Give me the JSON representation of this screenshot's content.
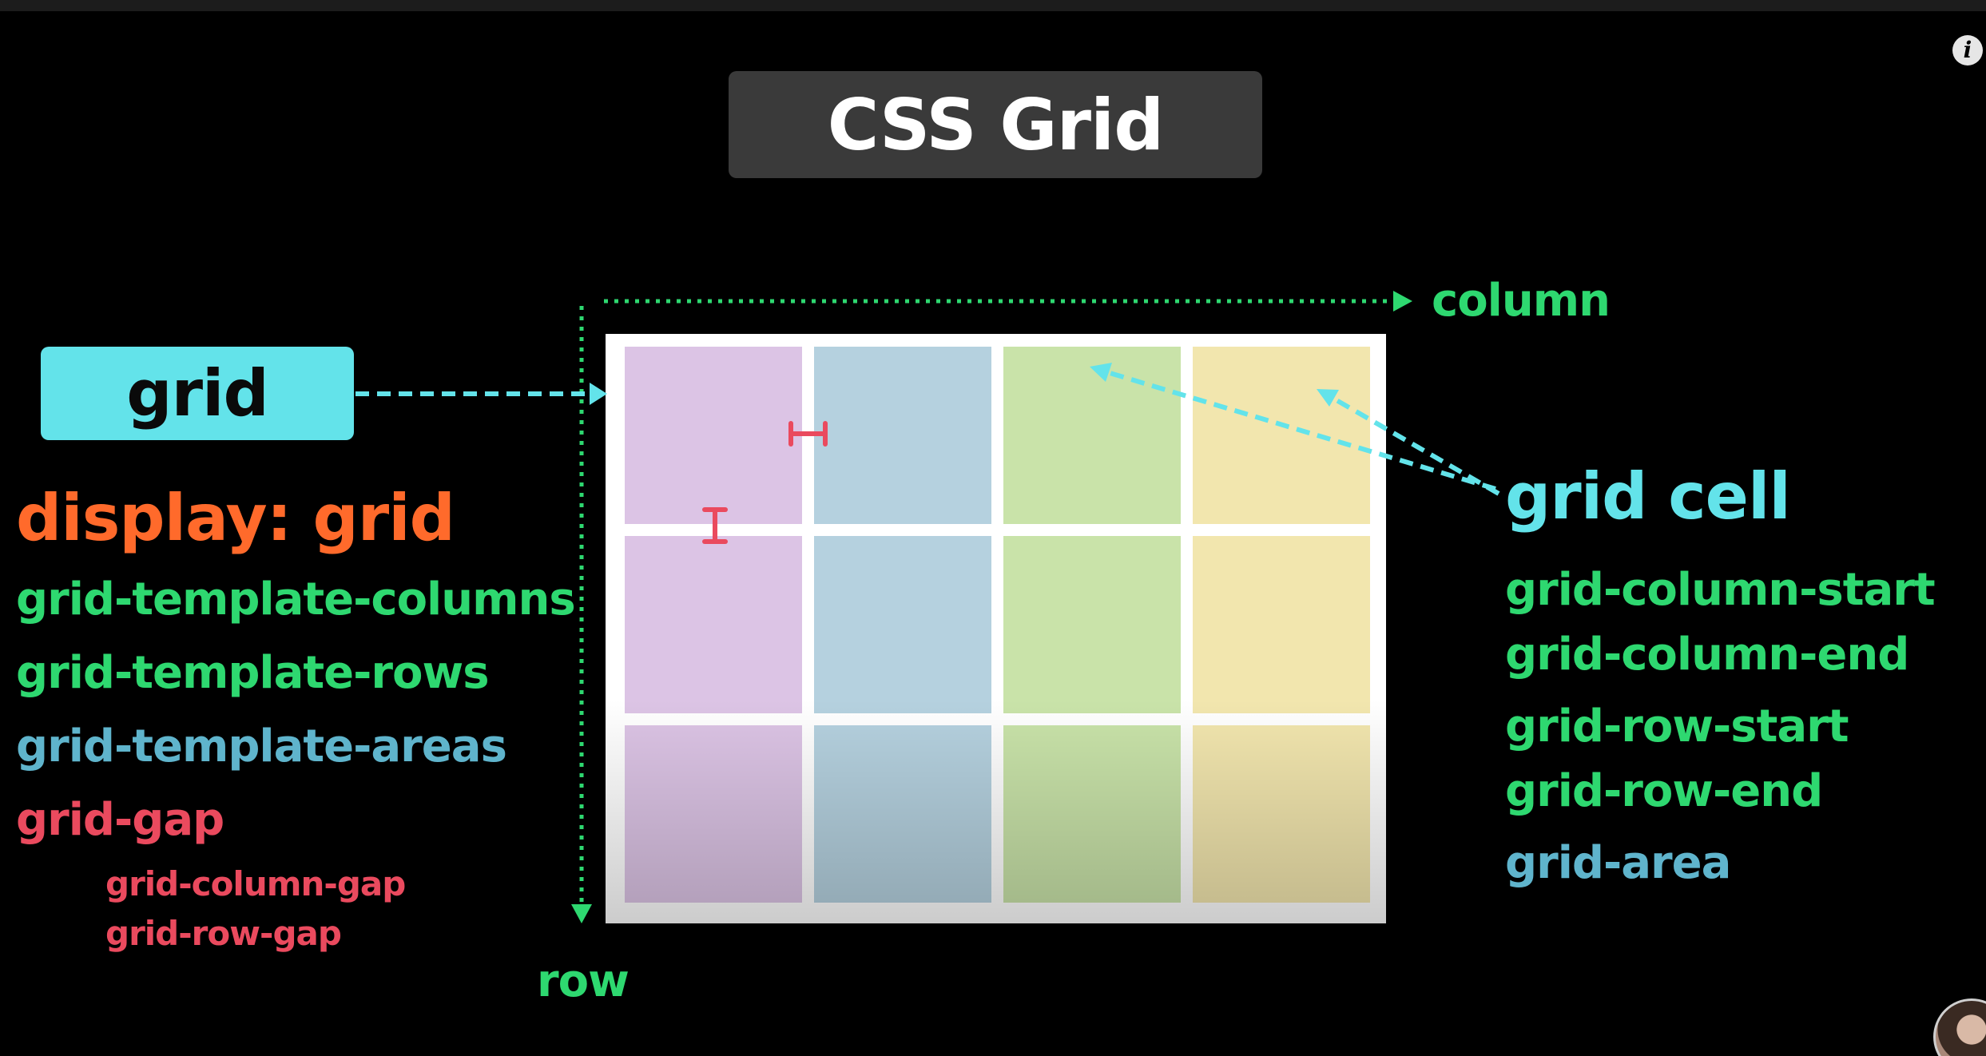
{
  "title": "CSS Grid",
  "labels": {
    "column": "column",
    "row": "row",
    "grid": "grid",
    "grid_cell": "grid cell"
  },
  "container_properties": [
    {
      "text": "display: grid",
      "color": "#ff6a2b"
    },
    {
      "text": "grid-template-columns",
      "color": "#2ed870"
    },
    {
      "text": "grid-template-rows",
      "color": "#2ed870"
    },
    {
      "text": "grid-template-areas",
      "color": "#5fb4cc"
    },
    {
      "text": "grid-gap",
      "color": "#ea4a5e"
    },
    {
      "text": "grid-column-gap",
      "color": "#ea4a5e"
    },
    {
      "text": "grid-row-gap",
      "color": "#ea4a5e"
    }
  ],
  "item_properties": [
    {
      "text": "grid-column-start",
      "color": "#2ed870"
    },
    {
      "text": "grid-column-end",
      "color": "#2ed870"
    },
    {
      "text": "grid-row-start",
      "color": "#2ed870"
    },
    {
      "text": "grid-row-end",
      "color": "#2ed870"
    },
    {
      "text": "grid-area",
      "color": "#5fb4cc"
    }
  ],
  "grid": {
    "rows": 3,
    "columns": 4,
    "column_colors": [
      "#dcc4e5",
      "#b5d1df",
      "#c9e3a9",
      "#f2e6ae"
    ]
  },
  "colors": {
    "background": "#000000",
    "title_box": "#3a3a3a",
    "axis_arrow": "#2ed870",
    "grid_arrow": "#63e3ea",
    "gap_marker": "#ea4a5e"
  },
  "icons": [
    "info-icon",
    "presenter-avatar"
  ]
}
